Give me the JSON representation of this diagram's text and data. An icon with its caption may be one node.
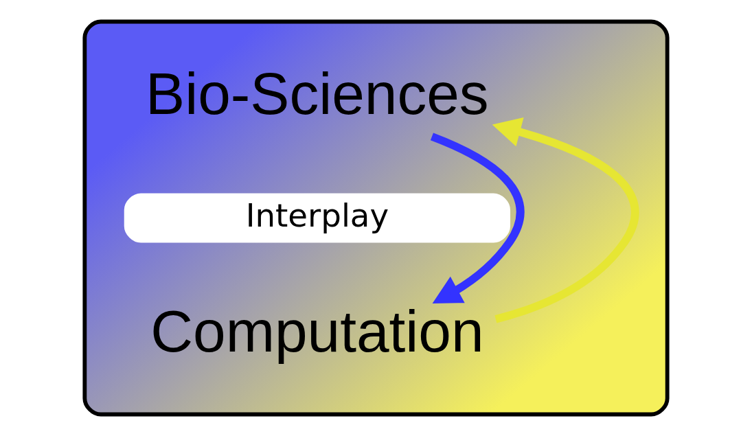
{
  "diagram": {
    "nodes": [
      {
        "text": [],
        "shape": "ellipse"
      },
      {
        "text": [
          "Bio-Sciences"
        ],
        "in": 0
      },
      {
        "text": [
          "Interplay"
        ],
        "in": 0
      },
      {
        "text": [
          "Computation"
        ],
        "in": 0
      }
    ],
    "edges": [
      {
        "from": 1,
        "to": 3,
        "arrow": "to",
        "color": "#3333ff"
      },
      {
        "from": 3,
        "to": 1,
        "arrow": "to",
        "color": "#e6e633"
      }
    ]
  }
}
